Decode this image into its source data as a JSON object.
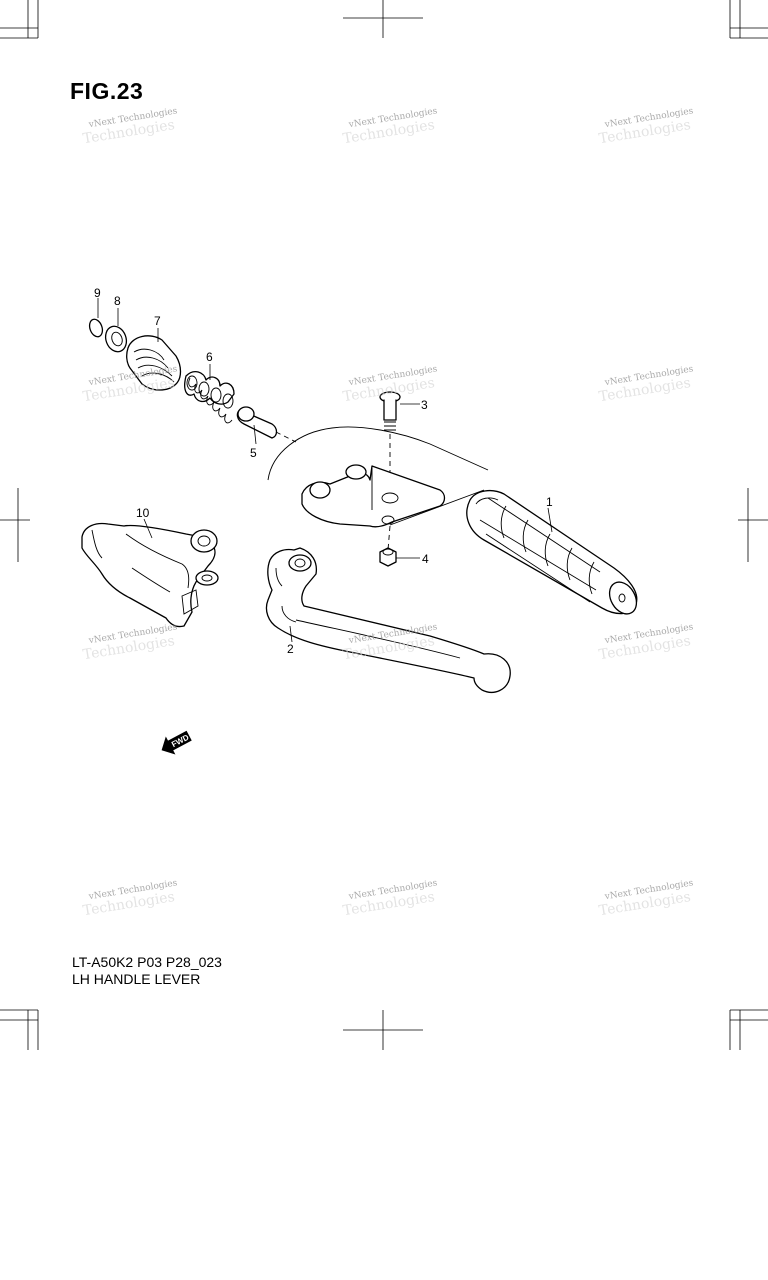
{
  "figure": {
    "title": "FIG.23",
    "code": "LT-A50K2 P03 P28_023",
    "name": "LH HANDLE LEVER"
  },
  "callouts": [
    "1",
    "2",
    "3",
    "4",
    "5",
    "6",
    "7",
    "8",
    "9",
    "10"
  ],
  "fwd_label": "FWD",
  "watermark": {
    "line1": "vNext Technologies",
    "line2": "Technologies"
  }
}
